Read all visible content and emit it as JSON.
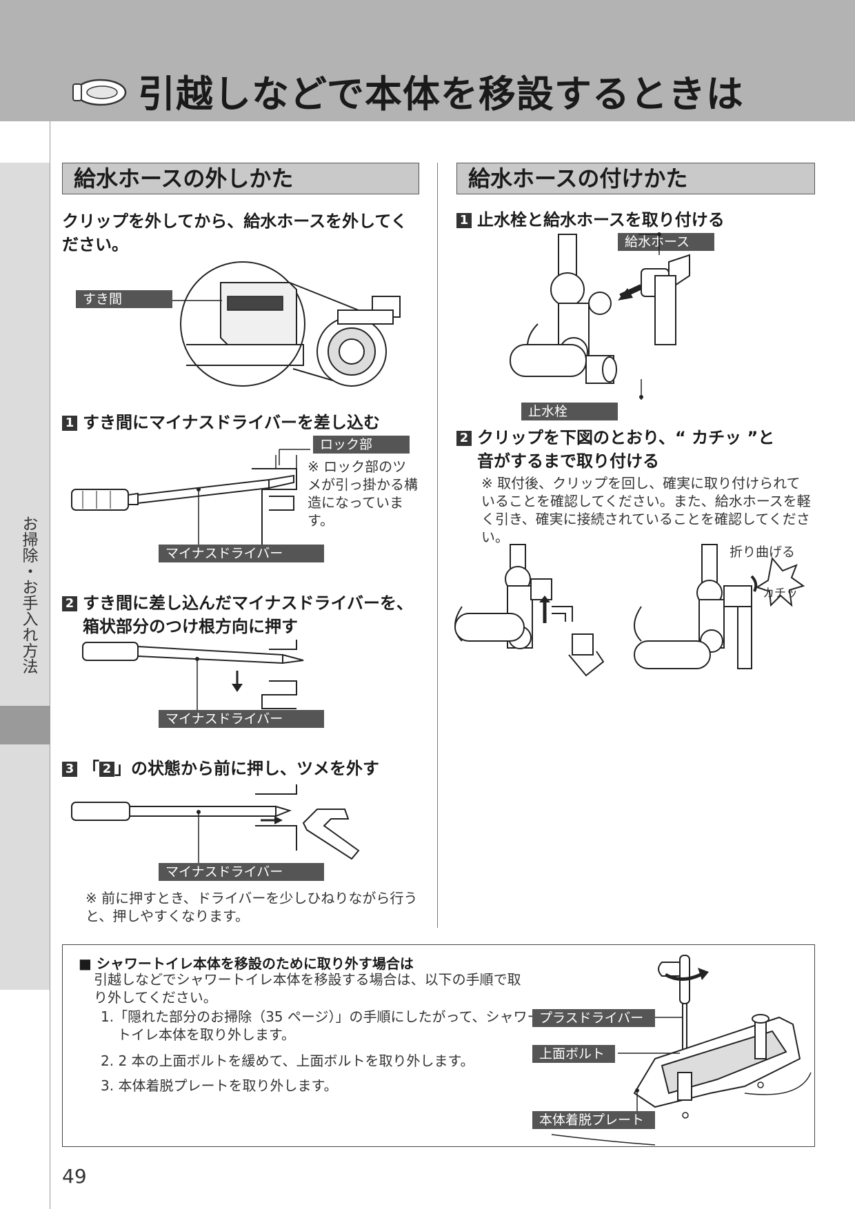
{
  "header": {
    "title": "引越しなどで本体を移設するときは",
    "icon": "toilet-seat-icon"
  },
  "sidebar": {
    "text": "お掃除・お手入れ方法"
  },
  "left": {
    "heading": "給水ホースの外しかた",
    "intro": "クリップを外してから、給水ホースを外してください。",
    "gap_label": "すき間",
    "step1": {
      "num": "1",
      "text": "すき間にマイナスドライバーを差し込む"
    },
    "lock_label": "ロック部",
    "lock_note": "※ ロック部のツメが引っ掛かる構造になっています。",
    "driver_label_1": "マイナスドライバー",
    "step2": {
      "num": "2",
      "text1": "すき間に差し込んだマイナスドライバーを、",
      "text2": "箱状部分のつけ根方向に押す"
    },
    "driver_label_2": "マイナスドライバー",
    "step3": {
      "num": "3",
      "quote_open": "「",
      "ref": "2",
      "text": "」の状態から前に押し、ツメを外す"
    },
    "driver_label_3": "マイナスドライバー",
    "note_bottom": "※ 前に押すとき、ドライバーを少しひねりながら行うと、押しやすくなります。"
  },
  "right": {
    "heading": "給水ホースの付けかた",
    "step1": {
      "num": "1",
      "text": "止水栓と給水ホースを取り付ける"
    },
    "hose_label": "給水ホース",
    "valve_label": "止水栓",
    "step2": {
      "num": "2",
      "text1": "クリップを下図のとおり、“ カチッ ”と",
      "text2": "音がするまで取り付ける"
    },
    "note": "※ 取付後、クリップを回し、確実に取り付けられていることを確認してください。また、給水ホースを軽く引き、確実に接続されていることを確認してください。",
    "bend_label": "折り曲げる",
    "click_label": "カチッ"
  },
  "box": {
    "title": "■ シャワートイレ本体を移設のために取り外す場合は",
    "intro": "引越しなどでシャワートイレ本体を移設する場合は、以下の手順で取り外してください。",
    "items": [
      "1.「隠れた部分のお掃除（35 ページ）」の手順にしたがって、シャワートイレ本体を取り外します。",
      "2. 2 本の上面ボルトを緩めて、上面ボルトを取り外します。",
      "3. 本体着脱プレートを取り外します。"
    ],
    "labels": {
      "screwdriver": "プラスドライバー",
      "bolt": "上面ボルト",
      "plate": "本体着脱プレート"
    }
  },
  "page_number": "49"
}
